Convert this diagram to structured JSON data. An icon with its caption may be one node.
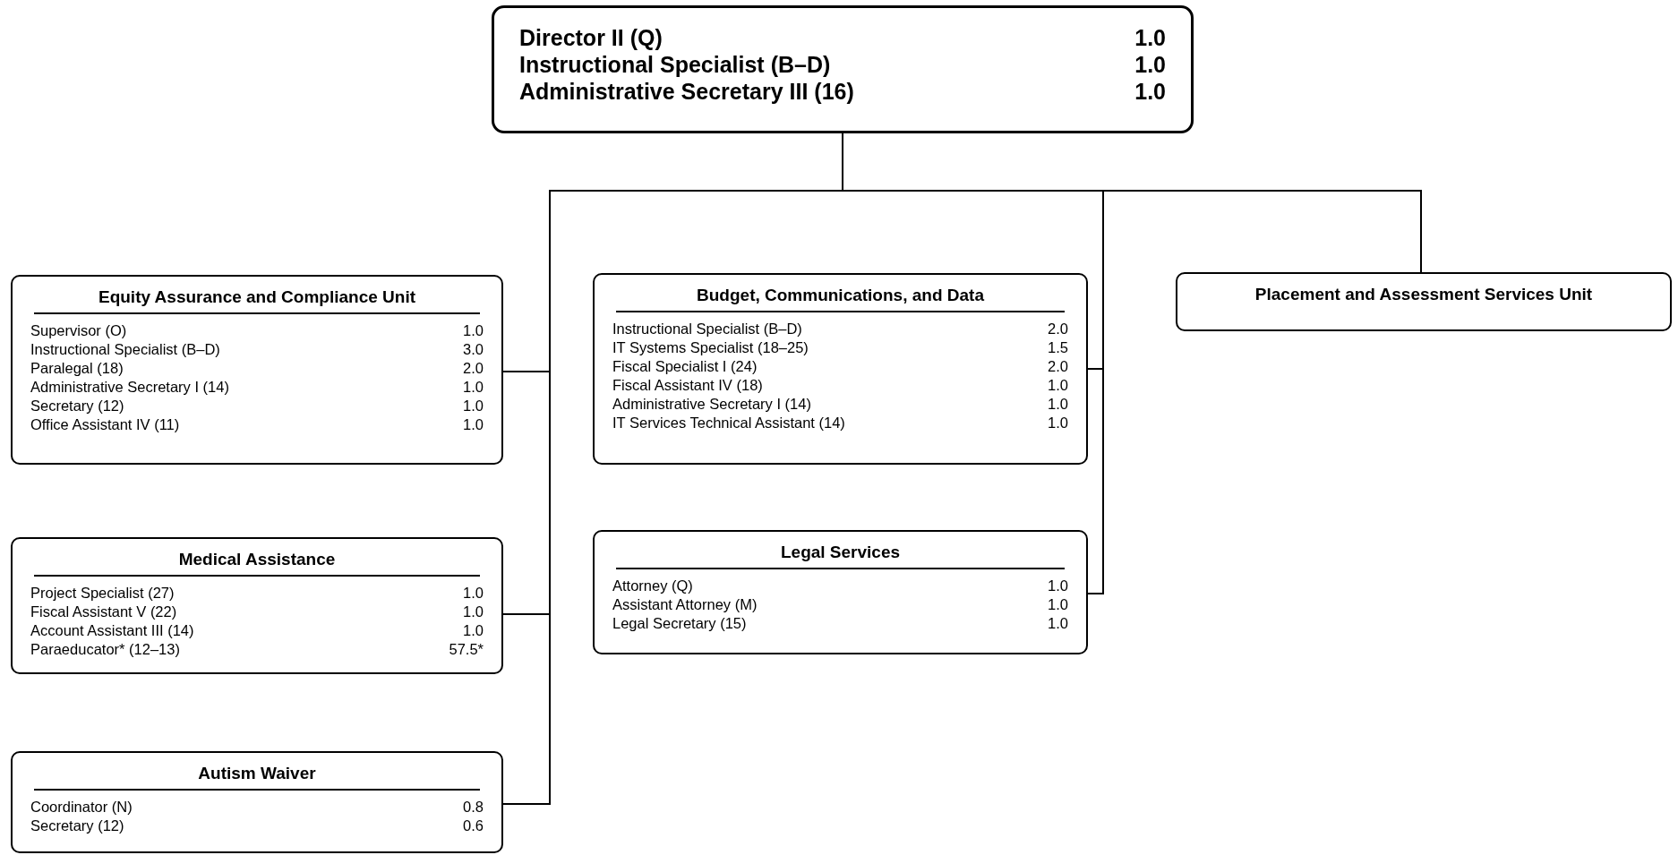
{
  "diagram": {
    "nodes": [
      {
        "text": [
          "Director II (Q)",
          "1.0",
          "Instructional Specialist (B–D)",
          "1.0",
          "Administrative Secretary III (16)",
          "1.0"
        ]
      },
      {
        "text": [
          "Equity Assurance and Compliance Unit",
          "Supervisor (O)",
          "1.0",
          "Instructional Specialist (B–D)",
          "3.0",
          "Paralegal (18)",
          "2.0",
          "Administrative Secretary I (14)",
          "1.0",
          "Secretary (12)",
          "1.0",
          "Office Assistant IV (11)",
          "1.0"
        ]
      },
      {
        "text": [
          "Budget, Communications, and Data",
          "Instructional Specialist (B–D)",
          "2.0",
          "IT Systems Specialist (18–25)",
          "1.5",
          "Fiscal Specialist I (24)",
          "2.0",
          "Fiscal Assistant IV (18)",
          "1.0",
          "Administrative Secretary I (14)",
          "1.0",
          "IT Services Technical Assistant (14)",
          "1.0"
        ]
      },
      {
        "text": [
          "Placement and Assessment Services Unit"
        ]
      },
      {
        "text": [
          "Medical Assistance",
          "Project Specialist (27)",
          "1.0",
          "Fiscal Assistant V (22)",
          "1.0",
          "Account Assistant III (14)",
          "1.0",
          "Paraeducator* (12–13)",
          "57.5*"
        ]
      },
      {
        "text": [
          "Legal Services",
          "Attorney (Q)",
          "1.0",
          "Assistant Attorney (M)",
          "1.0",
          "Legal Secretary (15)",
          "1.0"
        ]
      },
      {
        "text": [
          "Autism Waiver",
          "Coordinator (N)",
          "0.8",
          "Secretary (12)",
          "0.6"
        ]
      }
    ],
    "edges": [
      {
        "from": 0,
        "to": 1,
        "arrow": "none"
      },
      {
        "from": 0,
        "to": 2,
        "arrow": "none"
      },
      {
        "from": 0,
        "to": 3,
        "arrow": "none"
      },
      {
        "from": 0,
        "to": 4,
        "arrow": "none"
      },
      {
        "from": 0,
        "to": 5,
        "arrow": "none"
      },
      {
        "from": 0,
        "to": 6,
        "arrow": "none"
      }
    ]
  }
}
